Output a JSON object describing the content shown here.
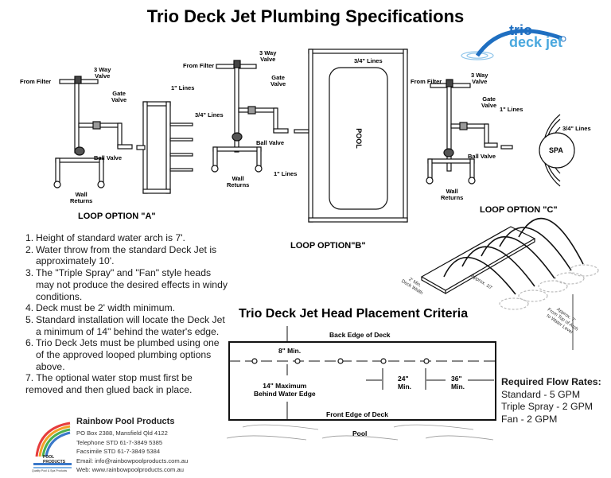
{
  "title": "Trio Deck Jet Plumbing Specifications",
  "brand_logo": {
    "line1": "trio",
    "line2": "deck jet",
    "primary_color": "#1f6fc1",
    "secondary_color": "#4aa8de"
  },
  "loop_a": {
    "title": "LOOP OPTION \"A\"",
    "from_filter": "From Filter",
    "three_way_valve": [
      "3 Way",
      "Valve"
    ],
    "gate_valve": [
      "Gate",
      "Valve"
    ],
    "ball_valve": "Ball Valve",
    "wall_returns": [
      "Wall",
      "Returns"
    ],
    "one_inch_lines": "1\" Lines",
    "three_quarter_lines": "3/4\" Lines"
  },
  "loop_b": {
    "title": "LOOP OPTION\"B\"",
    "from_filter": "From Filter",
    "three_way_valve": [
      "3 Way",
      "Valve"
    ],
    "gate_valve": [
      "Gate",
      "Valve"
    ],
    "ball_valve": "Ball Valve",
    "wall_returns": [
      "Wall",
      "Returns"
    ],
    "one_inch_lines": "1\" Lines",
    "three_quarter_lines": "3/4\" Lines",
    "pool_label": "POOL"
  },
  "loop_c": {
    "title": "LOOP OPTION \"C\"",
    "from_filter": "From Filter",
    "three_way_valve": [
      "3 Way",
      "Valve"
    ],
    "gate_valve": [
      "Gate",
      "Valve"
    ],
    "ball_valve": "Ball Valve",
    "wall_returns": [
      "Wall",
      "Returns"
    ],
    "one_inch_lines": "1\" Lines",
    "three_quarter_lines": "3/4\" Lines",
    "spa_label": "SPA"
  },
  "notes": [
    {
      "num": "1.",
      "text": "Height of standard water arch is 7'."
    },
    {
      "num": "2.",
      "text": "Water throw from the standard Deck Jet is approximately 10'."
    },
    {
      "num": "3.",
      "text": "The \"Triple Spray\" and \"Fan\" style heads may not produce the desired effects in windy conditions."
    },
    {
      "num": "4.",
      "text": "Deck must be 2' width minimum."
    },
    {
      "num": "5.",
      "text": "Standard installation will locate the Deck Jet a minimum of 14\" behind the water's edge."
    },
    {
      "num": "6.",
      "text": "Trio Deck Jets must be plumbed using one of the approved looped plumbing options above."
    },
    {
      "num": "7.",
      "text": "The optional water stop must first be removed and then glued back in place."
    }
  ],
  "arch_diagram": {
    "deck_width": [
      "2' Min.",
      "Deck Width"
    ],
    "throw": "Approx. 10'",
    "height": [
      "Approx. 7'",
      "From Top of Arch",
      "to Water Level"
    ]
  },
  "placement": {
    "title": "Trio Deck Jet Head Placement Criteria",
    "back_edge": "Back Edge of Deck",
    "front_edge": "Front Edge of Deck",
    "min_8": "8\" Min.",
    "max_14": [
      "14\" Maximum",
      "Behind Water Edge"
    ],
    "spacing_24": [
      "24\"",
      "Min."
    ],
    "spacing_36": [
      "36\"",
      "Min."
    ],
    "pool": "Pool",
    "jet_count": 5
  },
  "flow_rates": {
    "heading": "Required Flow Rates:",
    "items": [
      "Standard - 5 GPM",
      "Triple Spray - 2 GPM",
      "Fan - 2 GPM"
    ]
  },
  "company": {
    "name": "Rainbow Pool Products",
    "address": "PO Box 2388, Mansfield Qld 4122",
    "telephone": "Telephone STD  61-7-3849 5385",
    "fax": "Facsimile STD  61-7-3849 5384",
    "email": "Email: info@rainbowpoolproducts.com.au",
    "web": "Web: www.rainbowpoolproducts.com.au",
    "logo_text": "RAINBOW",
    "logo_sub": "POOL PRODUCTS",
    "logo_tagline": "Quality Pool & Spa Products"
  }
}
